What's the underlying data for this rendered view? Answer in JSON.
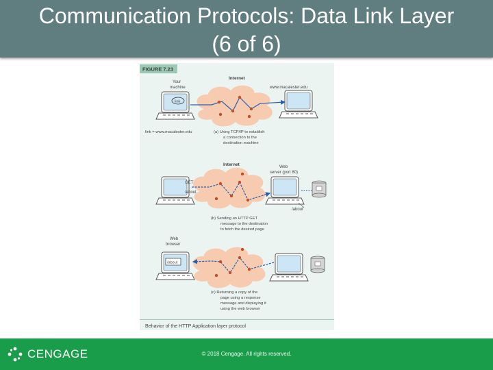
{
  "slide": {
    "title_line1": "Communication Protocols: Data Link Layer",
    "title_line2": "(6 of 6)"
  },
  "figure": {
    "label": "FIGURE 7.23",
    "caption": "Behavior of the HTTP Application layer protocol",
    "panel_a": {
      "internet": "Internet",
      "your_machine_line1": "Your",
      "your_machine_line2": "machine",
      "remote_host": "www.macalester.edu",
      "screen_text": "link",
      "link_text": "link = www.macalester.edu",
      "desc_line1": "(a)  Using TCP/IP to establish",
      "desc_line2": "a connection to the",
      "desc_line3": "destination machine"
    },
    "panel_b": {
      "internet": "Internet",
      "server_line1": "Web",
      "server_line2": "server (port 80)",
      "request_line1": "GET",
      "request_line2": "/about",
      "path_label": "/about",
      "desc_line1": "(b)  Sending an HTTP GET",
      "desc_line2": "message to the destination",
      "desc_line3": "to fetch the desired page"
    },
    "panel_c": {
      "browser_line1": "Web",
      "browser_line2": "browser",
      "screen_text": "/about",
      "desc_line1": "(c)  Returning a copy of the",
      "desc_line2": "page using a response",
      "desc_line3": "message and displaying it",
      "desc_line4": "using the web browser"
    }
  },
  "footer": {
    "logo_text": "CENGAGE",
    "copyright": "© 2018 Cengage. All rights reserved."
  },
  "colors": {
    "title_bar": "#607d80",
    "footer": "#1a9d4b",
    "figure_bg": "#ebf4f0",
    "cloud": "#f7c6a8",
    "arrow": "#2a5fb0"
  }
}
